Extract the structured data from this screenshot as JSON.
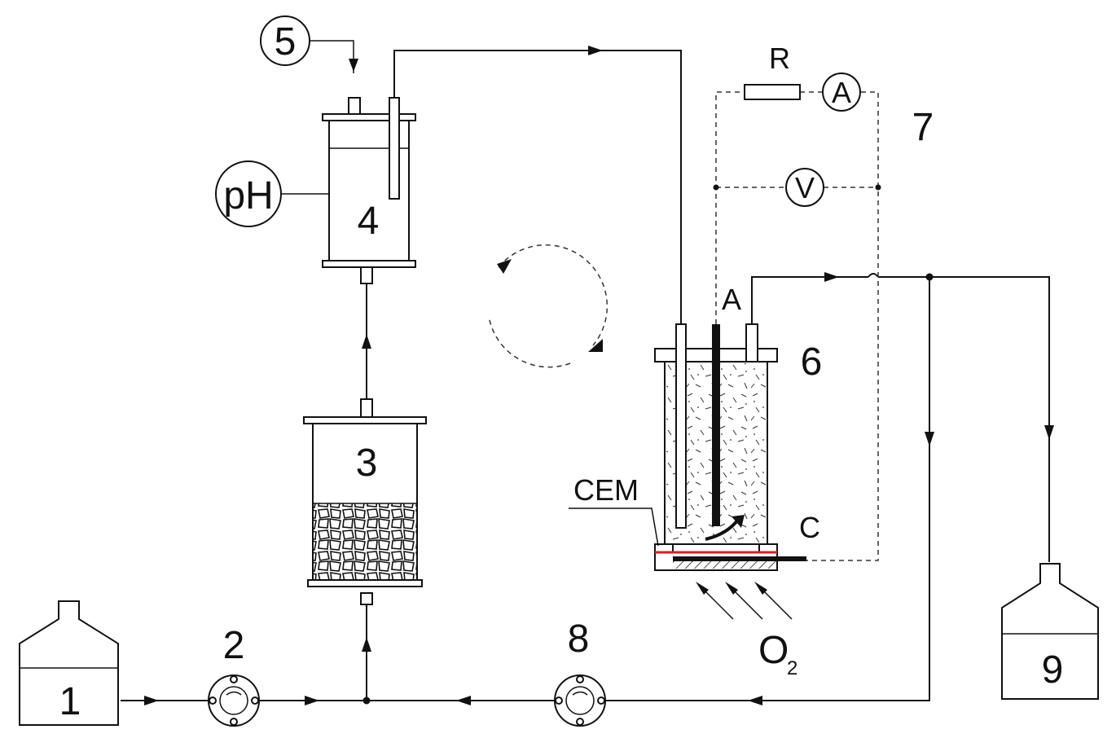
{
  "labels": {
    "tank1": "1",
    "pump2": "2",
    "column3": "3",
    "vessel4": "4",
    "unit5": "5",
    "cell6": "6",
    "circuit7": "7",
    "pump8": "8",
    "tank9": "9",
    "ph": "pH",
    "resistor": "R",
    "ammeter": "A",
    "voltmeter": "V",
    "anode": "A",
    "cathode": "C",
    "membrane": "CEM",
    "oxygen": "O",
    "oxygen_sub": "2"
  },
  "colors": {
    "line": "#111111",
    "membrane": "#e01b24"
  }
}
